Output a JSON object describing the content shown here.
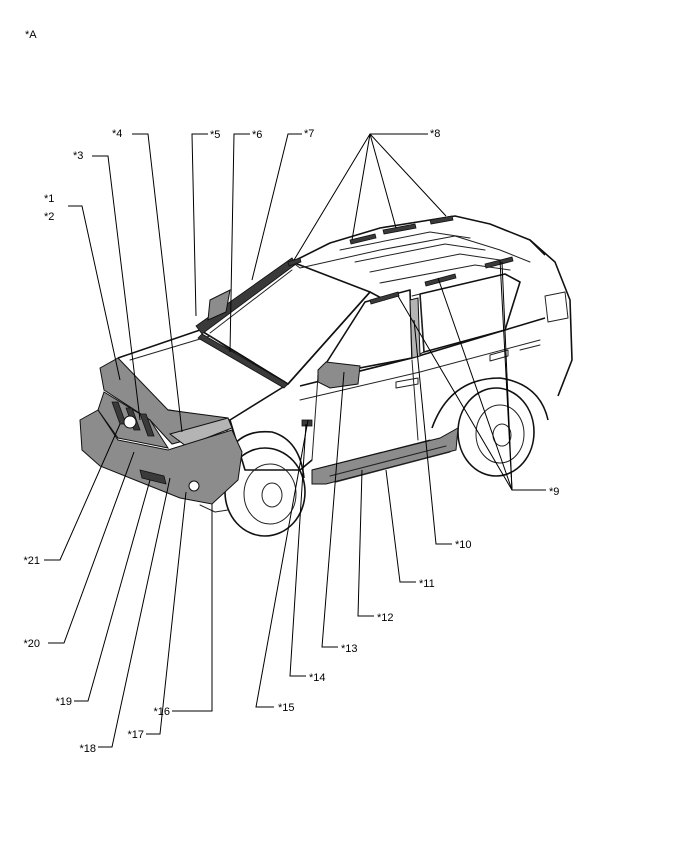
{
  "figure_label": "*A",
  "callouts": [
    {
      "id": "c1",
      "text": "*1"
    },
    {
      "id": "c2",
      "text": "*2"
    },
    {
      "id": "c3",
      "text": "*3"
    },
    {
      "id": "c4",
      "text": "*4"
    },
    {
      "id": "c5",
      "text": "*5"
    },
    {
      "id": "c6",
      "text": "*6"
    },
    {
      "id": "c7",
      "text": "*7"
    },
    {
      "id": "c8",
      "text": "*8"
    },
    {
      "id": "c9",
      "text": "*9"
    },
    {
      "id": "c10",
      "text": "*10"
    },
    {
      "id": "c11",
      "text": "*11"
    },
    {
      "id": "c12",
      "text": "*12"
    },
    {
      "id": "c13",
      "text": "*13"
    },
    {
      "id": "c14",
      "text": "*14"
    },
    {
      "id": "c15",
      "text": "*15"
    },
    {
      "id": "c16",
      "text": "*16"
    },
    {
      "id": "c17",
      "text": "*17"
    },
    {
      "id": "c18",
      "text": "*18"
    },
    {
      "id": "c19",
      "text": "*19"
    },
    {
      "id": "c20",
      "text": "*20"
    },
    {
      "id": "c21",
      "text": "*21"
    }
  ]
}
